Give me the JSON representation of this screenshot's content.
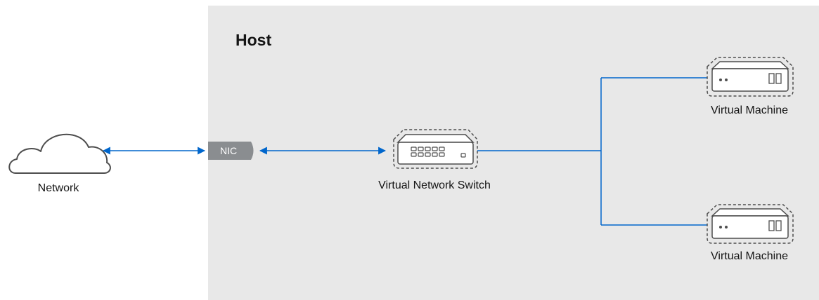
{
  "host": {
    "title": "Host"
  },
  "nodes": {
    "network": {
      "label": "Network",
      "icon": "cloud-icon"
    },
    "nic": {
      "label": "NIC"
    },
    "switch": {
      "label": "Virtual Network Switch",
      "icon": "network-switch-icon"
    },
    "vm1": {
      "label": "Virtual Machine",
      "icon": "server-icon"
    },
    "vm2": {
      "label": "Virtual Machine",
      "icon": "server-icon"
    }
  },
  "colors": {
    "connector": "#0066cc",
    "host_background": "#e8e8e8",
    "icon_stroke": "#4d4d4d",
    "nic_fill": "#8a8d90",
    "text": "#151515"
  }
}
